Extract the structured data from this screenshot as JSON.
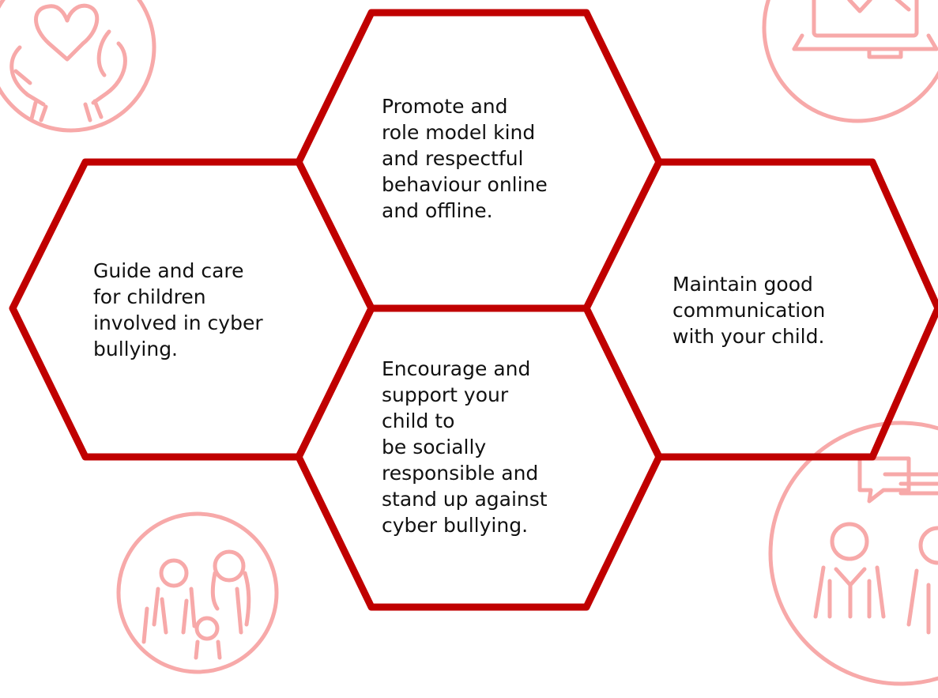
{
  "colors": {
    "hex_outline": "#c00000",
    "icon_tint": "#f7a9a9",
    "text": "#111111",
    "background": "#ffffff"
  },
  "hexagons": [
    {
      "id": "top-center",
      "text": "Promote and\nrole model kind\nand respectful\nbehaviour online\nand offline."
    },
    {
      "id": "left",
      "text": "Guide and care\nfor children\ninvolved in cyber\nbullying."
    },
    {
      "id": "bottom-center",
      "text": "Encourage and\nsupport your\nchild to\nbe socially\nresponsible and\nstand up against\ncyber bullying."
    },
    {
      "id": "right",
      "text": "Maintain good\ncommunication\nwith your child."
    }
  ],
  "decorative_icons": [
    "caring-hands-heart-icon",
    "laptop-heart-icon",
    "family-icon",
    "conversation-people-icon"
  ]
}
